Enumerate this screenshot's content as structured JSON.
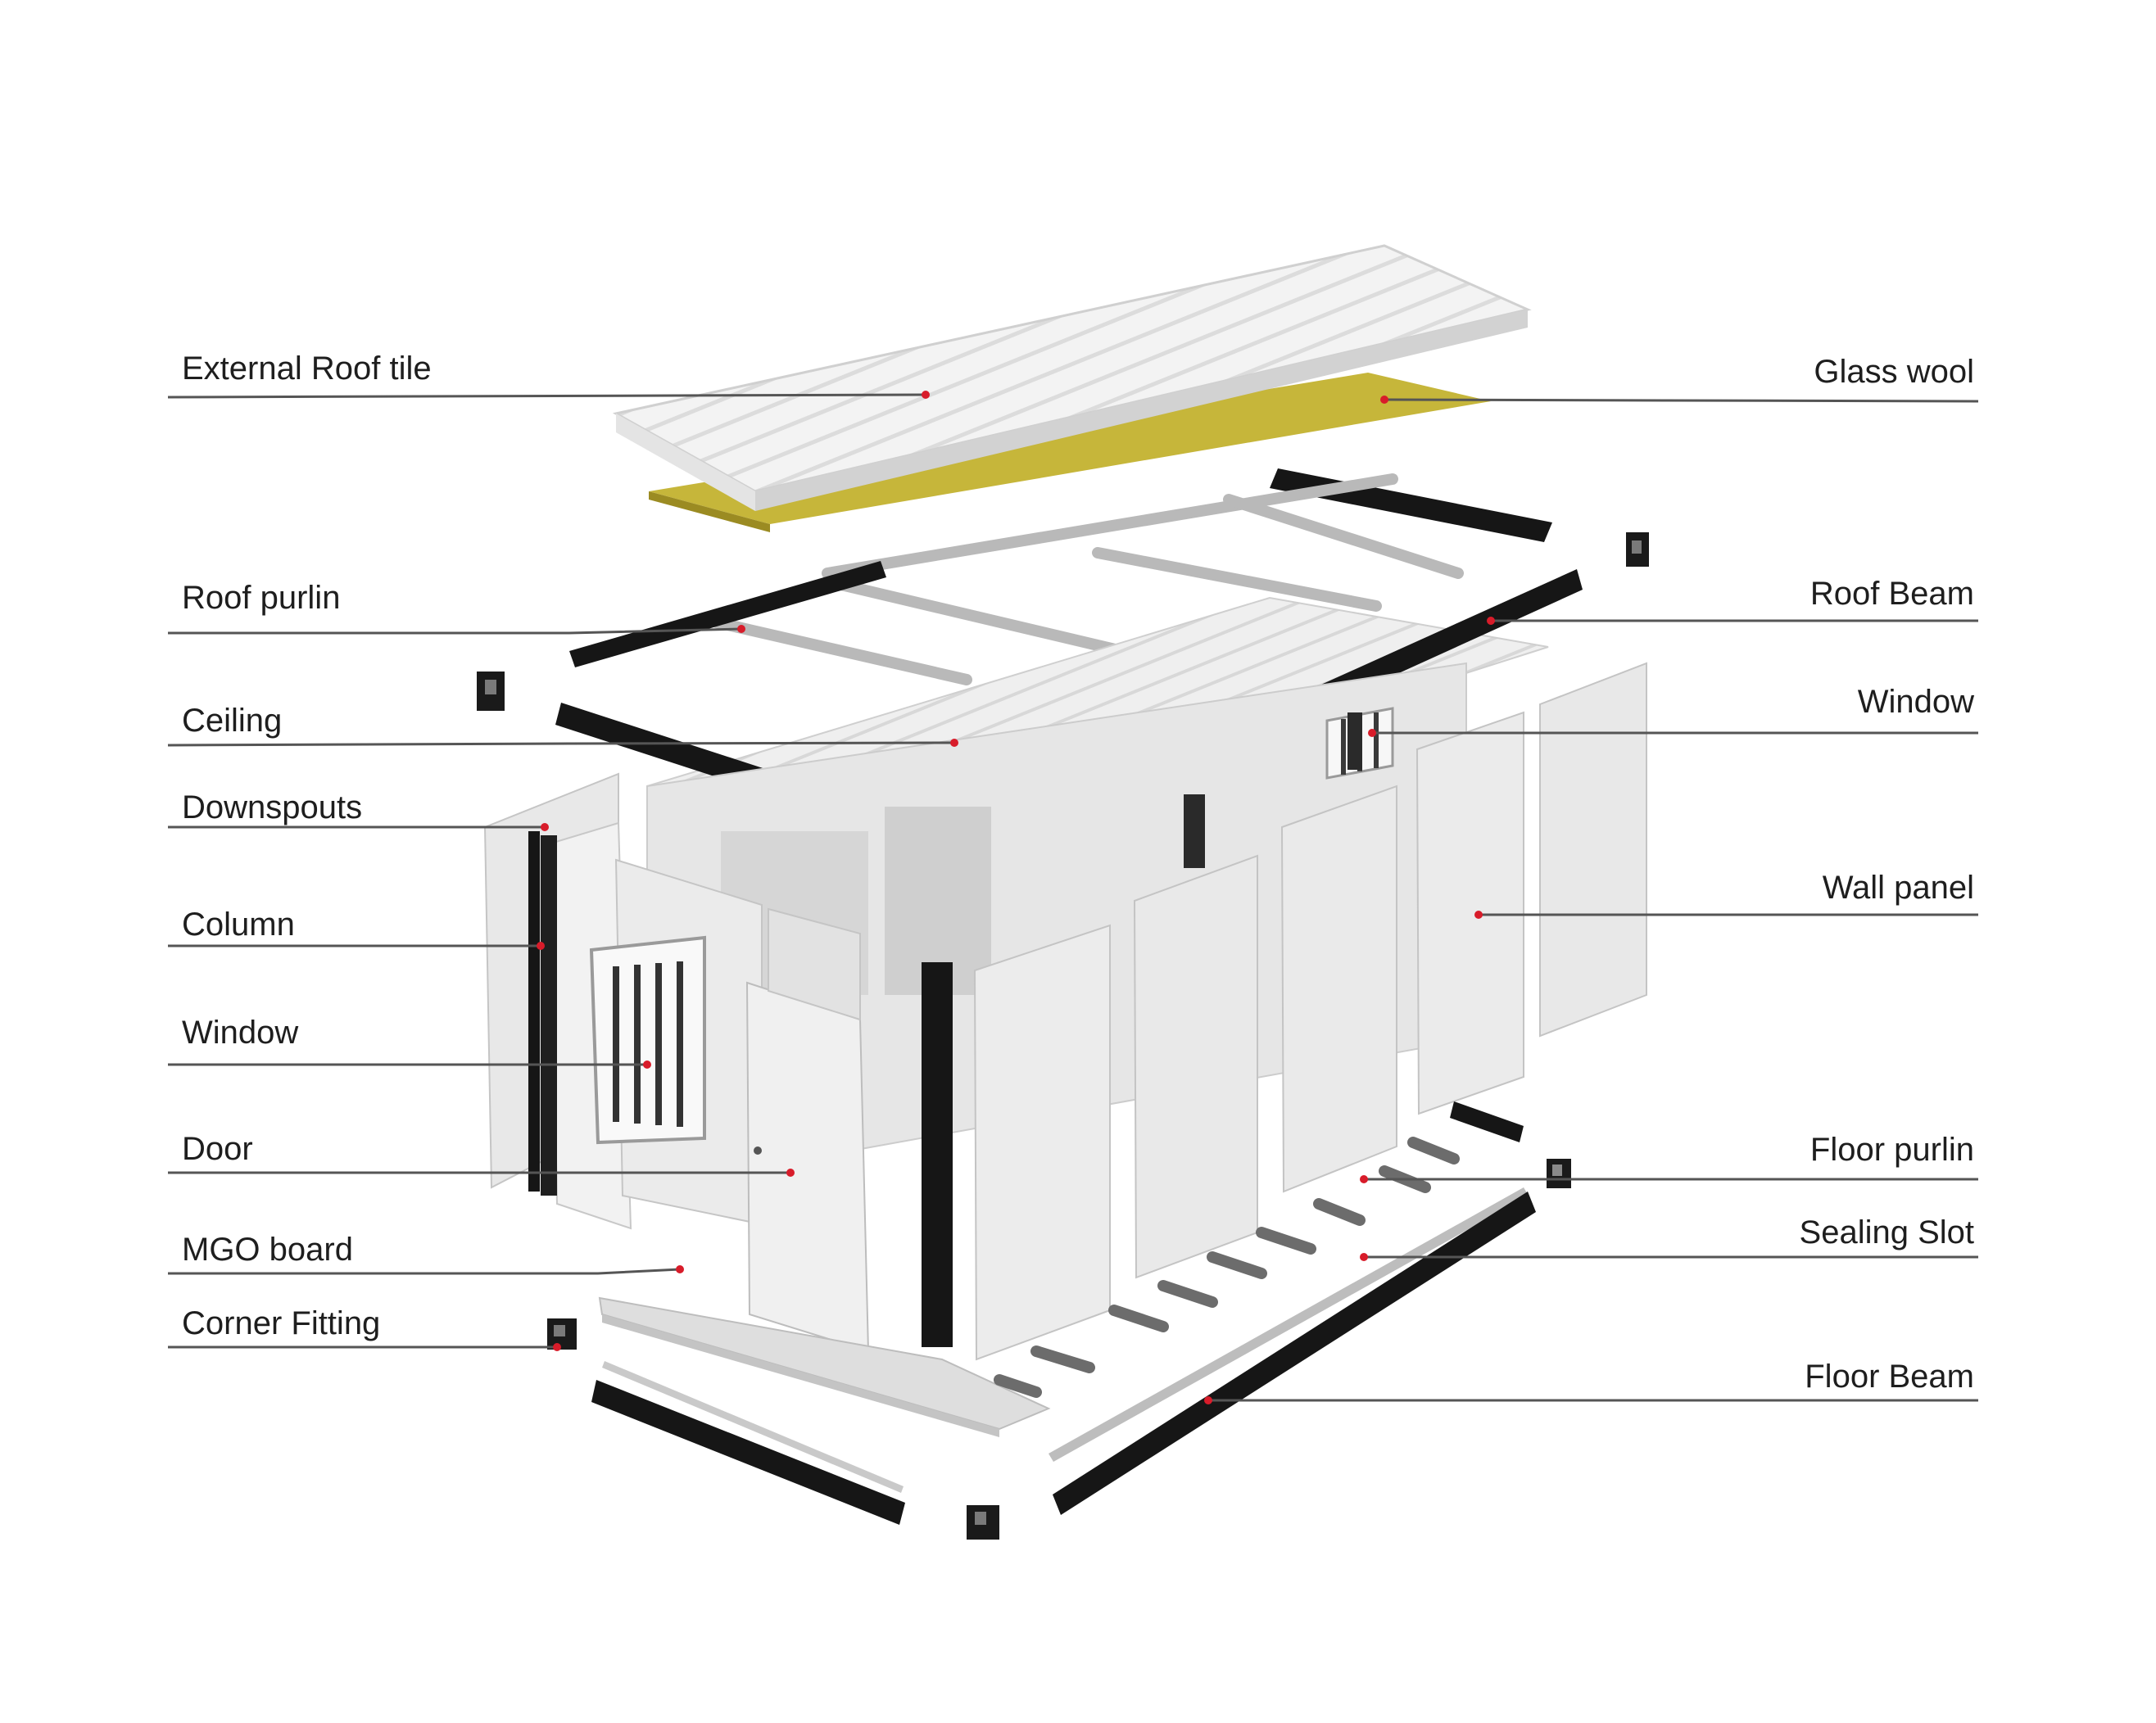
{
  "diagram": {
    "labels_left": [
      {
        "id": "external-roof-tile",
        "text": "External Roof tile"
      },
      {
        "id": "roof-purlin",
        "text": "Roof purlin"
      },
      {
        "id": "ceiling",
        "text": "Ceiling"
      },
      {
        "id": "downspouts",
        "text": "Downspouts"
      },
      {
        "id": "column",
        "text": "Column"
      },
      {
        "id": "window-left",
        "text": "Window"
      },
      {
        "id": "door",
        "text": "Door"
      },
      {
        "id": "mgo-board",
        "text": "MGO board"
      },
      {
        "id": "corner-fitting",
        "text": "Corner Fitting"
      }
    ],
    "labels_right": [
      {
        "id": "glass-wool",
        "text": "Glass wool"
      },
      {
        "id": "roof-beam",
        "text": "Roof Beam"
      },
      {
        "id": "window-right",
        "text": "Window"
      },
      {
        "id": "wall-panel",
        "text": "Wall panel"
      },
      {
        "id": "floor-purlin",
        "text": "Floor purlin"
      },
      {
        "id": "sealing-slot",
        "text": "Sealing Slot"
      },
      {
        "id": "floor-beam",
        "text": "Floor Beam"
      }
    ],
    "colors": {
      "background": "#ffffff",
      "leader_line": "#555555",
      "marker_dot": "#d81c2a",
      "beam": "#161616",
      "roof_tile": "#f1f1f1",
      "glass_wool": "#c6b63a",
      "panel": "#e9e9e9",
      "panel_shade": "#d4d4d4"
    }
  }
}
